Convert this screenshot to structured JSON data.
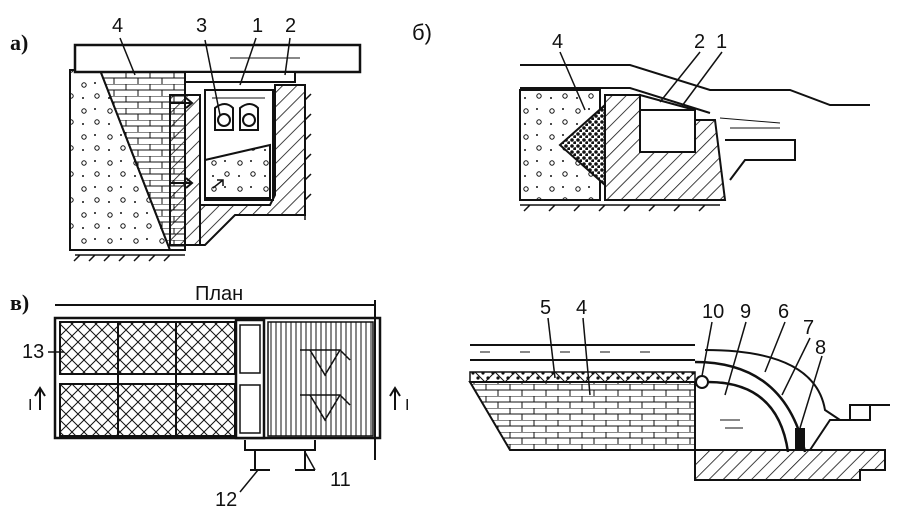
{
  "panels": {
    "a": {
      "label": "а)"
    },
    "b": {
      "label": "б)"
    },
    "v": {
      "label": "в)",
      "plan_title": "План",
      "section_mark": "I"
    }
  },
  "numbers": {
    "n1": "1",
    "n2": "2",
    "n3": "3",
    "n4": "4",
    "n5": "5",
    "n6": "6",
    "n7": "7",
    "n8": "8",
    "n9": "9",
    "n10": "10",
    "n11": "11",
    "n12": "12",
    "n13": "13"
  },
  "colors": {
    "ink": "#111111",
    "paper": "#ffffff"
  }
}
